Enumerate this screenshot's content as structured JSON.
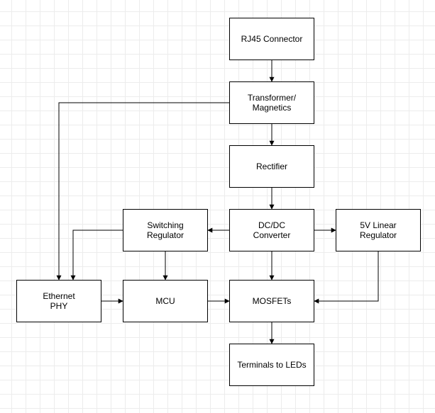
{
  "diagram": {
    "nodes": {
      "rj45": "RJ45 Connector",
      "transformer": "Transformer/\nMagnetics",
      "rectifier": "Rectifier",
      "dcdc": "DC/DC\nConverter",
      "switching": "Switching\nRegulator",
      "linear5v": "5V Linear\nRegulator",
      "phy": "Ethernet\nPHY",
      "mcu": "MCU",
      "mosfets": "MOSFETs",
      "terminals": "Terminals to LEDs"
    },
    "edges": [
      {
        "from": "rj45",
        "to": "transformer"
      },
      {
        "from": "transformer",
        "to": "rectifier"
      },
      {
        "from": "transformer",
        "to": "phy"
      },
      {
        "from": "rectifier",
        "to": "dcdc"
      },
      {
        "from": "dcdc",
        "to": "switching"
      },
      {
        "from": "dcdc",
        "to": "linear5v"
      },
      {
        "from": "dcdc",
        "to": "mosfets"
      },
      {
        "from": "switching",
        "to": "phy"
      },
      {
        "from": "switching",
        "to": "mcu"
      },
      {
        "from": "linear5v",
        "to": "mosfets"
      },
      {
        "from": "phy",
        "to": "mcu"
      },
      {
        "from": "mcu",
        "to": "mosfets"
      },
      {
        "from": "mosfets",
        "to": "terminals"
      }
    ],
    "line_color": "#000000"
  }
}
